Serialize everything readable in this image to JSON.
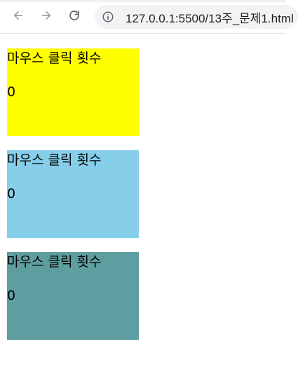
{
  "browser": {
    "url": "127.0.0.1:5500/13주_문제1.html",
    "icons": {
      "back": "arrow-left-icon",
      "forward": "arrow-right-icon",
      "reload": "reload-icon",
      "site_info": "info-circle-icon"
    }
  },
  "boxes": [
    {
      "label": "마우스 클릭 횟수",
      "count": "0",
      "color": "#ffff00"
    },
    {
      "label": "마우스 클릭 횟수",
      "count": "0",
      "color": "#87ceeb"
    },
    {
      "label": "마우스 클릭 횟수",
      "count": "0",
      "color": "#5f9ea0"
    }
  ]
}
